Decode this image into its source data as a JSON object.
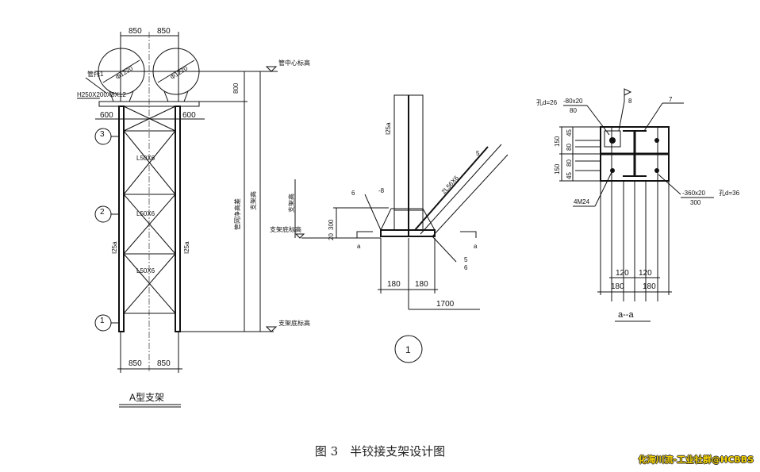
{
  "figure": {
    "caption": "图 3　半铰接支架设计图",
    "watermark": "化海川流-工业社群@HCBBS"
  },
  "elevation_view": {
    "title": "A型支架",
    "top_dims": [
      "850",
      "850"
    ],
    "bottom_dims": [
      "850",
      "850"
    ],
    "pipe_diameter": "Φ1220",
    "pipe_support": "管托1",
    "beam": "H250X200X8X12",
    "overhang_left": "600",
    "overhang_right": "600",
    "column_left": "I25a",
    "column_right": "I25a",
    "bracing": [
      "L50X6",
      "L50X6",
      "L50X6"
    ],
    "axis_markers": [
      "3",
      "2",
      "1"
    ],
    "height_dim": "800",
    "vertical_dim_1": "管网净高差",
    "vertical_dim_2": "支架高",
    "level_top": "管中心标高",
    "level_bottom": "支架底标高"
  },
  "detail_1": {
    "label": "1",
    "column": "I25a",
    "brace": "2L56X6",
    "plate": "-8",
    "weld_1": "6",
    "weld_2": "5",
    "weld_3": "6",
    "weld_4": "5",
    "dim_300": "300",
    "dim_20": "20",
    "dims_bottom": [
      "180",
      "180"
    ],
    "dim_1700": "1700",
    "height_label": "支架高",
    "level_label": "支架底标高",
    "section_marks": [
      "a",
      "a"
    ]
  },
  "section_aa": {
    "title": "a--a",
    "washer": "-80x20",
    "washer_size": "80",
    "hole_top": "孔d=26",
    "weld_8": "8",
    "weld_7": "7",
    "left_dims_outer": [
      "150",
      "150"
    ],
    "left_dims_inner": [
      "45",
      "80",
      "80",
      "45"
    ],
    "bolts": "4M24",
    "base_plate": "-360x20",
    "base_plate_size": "300",
    "hole_bottom": "孔d=36",
    "bottom_dims_inner": [
      "120",
      "120"
    ],
    "bottom_dims_outer": [
      "180",
      "180"
    ]
  }
}
